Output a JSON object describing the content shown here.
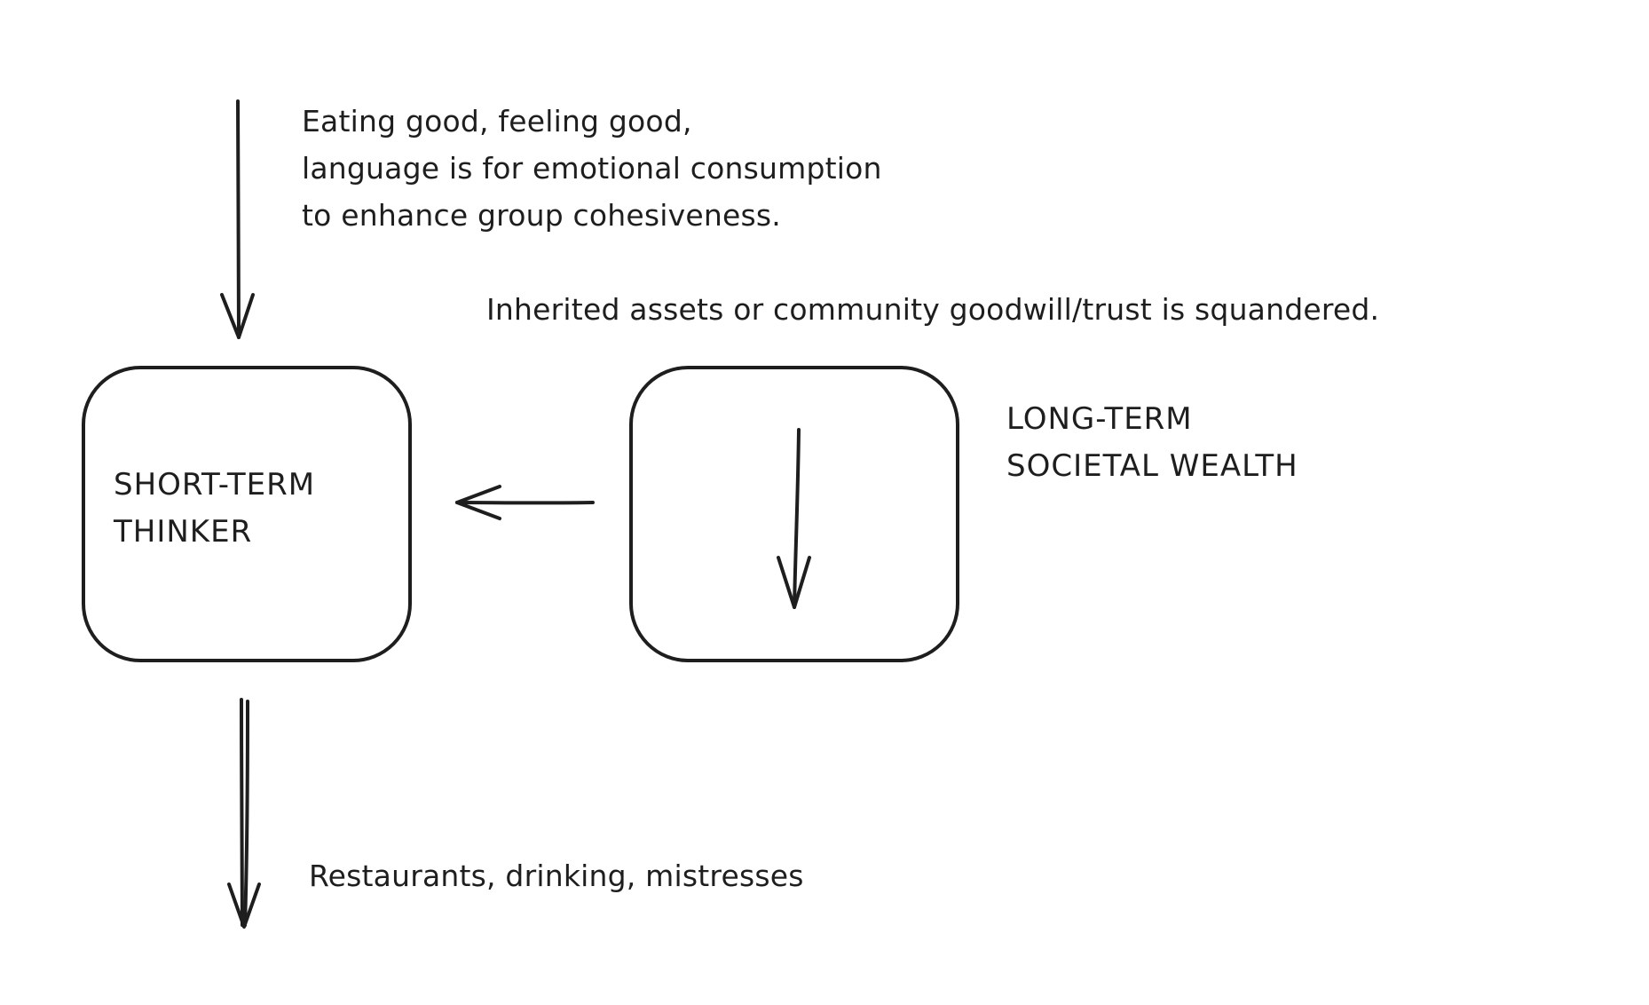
{
  "diagram": {
    "nodes": {
      "short_term": {
        "label": "SHORT-TERM\nTHINKER"
      },
      "long_term": {
        "label": "LONG-TERM\nSOCIETAL WEALTH"
      }
    },
    "notes": {
      "eating": "Eating good, feeling good,\nlanguage is for emotional consumption\nto enhance group cohesiveness.",
      "inherited": "Inherited assets or community goodwill/trust is squandered.",
      "spending": "Restaurants, drinking, mistresses"
    },
    "edges": [
      {
        "from": "eating-note",
        "to": "short-term-thinker"
      },
      {
        "from": "long-term-box",
        "to": "short-term-thinker"
      },
      {
        "from": "short-term-thinker",
        "to": "spending-note"
      }
    ],
    "colors": {
      "stroke": "#1e1e1e",
      "background": "#ffffff"
    }
  }
}
